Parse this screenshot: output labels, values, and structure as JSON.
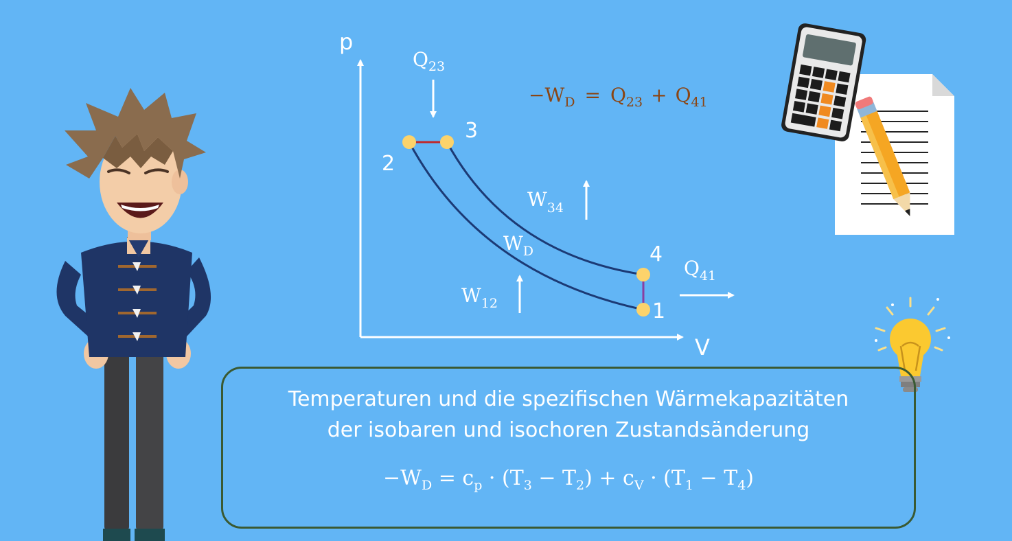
{
  "diagram": {
    "axis_p": "p",
    "axis_V": "V",
    "point_1": "1",
    "point_2": "2",
    "point_3": "3",
    "point_4": "4",
    "Q23": {
      "base": "Q",
      "sub": "23"
    },
    "Q41": {
      "base": "Q",
      "sub": "41"
    },
    "W12": {
      "base": "W",
      "sub": "12"
    },
    "W34": {
      "base": "W",
      "sub": "34"
    },
    "WD": {
      "base": "W",
      "sub": "D"
    },
    "equation_top": {
      "minus": "−",
      "lhs": {
        "base": "W",
        "sub": "D"
      },
      "eq": "=",
      "term1": {
        "base": "Q",
        "sub": "23"
      },
      "plus": "+",
      "term2": {
        "base": "Q",
        "sub": "41"
      }
    }
  },
  "info_box": {
    "line1": "Temperaturen und die spezifischen Wärmekapazitäten",
    "line2": "der isobaren und isochoren Zustandsänderung",
    "formula": {
      "lhs": "−W",
      "lhs_sub": "D",
      "eq": " = c",
      "cp_sub": "p",
      "part1": " · (T",
      "t3_sub": "3",
      "minus1": " − T",
      "t2_sub": "2",
      "part2": ") + c",
      "cv_sub": "V",
      "part3": " · (T",
      "t1_sub": "1",
      "minus2": " − T",
      "t4_sub": "4",
      "close": ")"
    }
  },
  "colors": {
    "background": "#62b5f5",
    "curve": "#1c3a75",
    "isobar": "#c0282a",
    "isochore": "#8a3fa0",
    "point": "#fcd36b",
    "equation": "#8b4513",
    "box_border": "#3a5a33"
  }
}
